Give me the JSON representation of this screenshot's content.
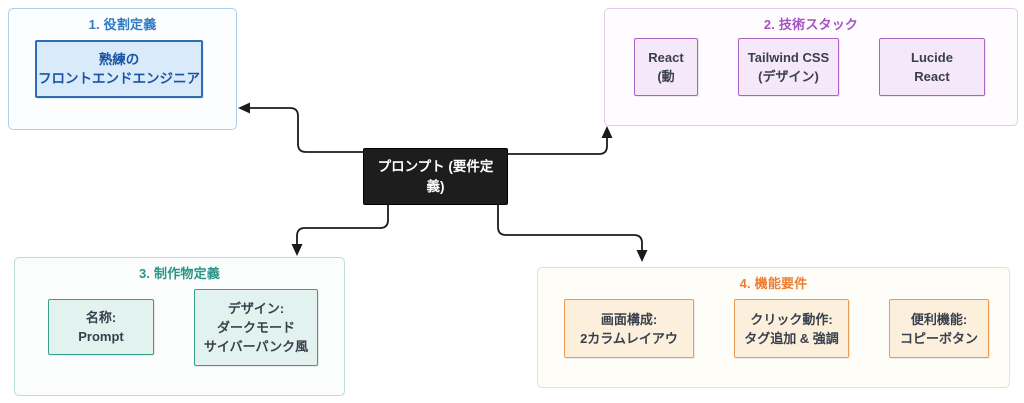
{
  "diagram": {
    "center_node": {
      "lines": [
        "プロンプト (要件定",
        "義)"
      ],
      "bg_color": "#1d1d1d",
      "text_color": "#ffffff"
    },
    "groups": [
      {
        "title": "1. 役割定義",
        "accent_color": "#2e7cc3",
        "node_border_color": "#2e6db6",
        "node_fill_color": "#d9eafb",
        "nodes": [
          {
            "lines": [
              "熟練の",
              "フロントエンドエンジニア"
            ]
          }
        ]
      },
      {
        "title": "2. 技術スタック",
        "accent_color": "#a652c2",
        "node_border_color": "#ad62c6",
        "node_fill_color": "#f5e8f8",
        "nodes": [
          {
            "lines": [
              "React",
              "(動"
            ]
          },
          {
            "lines": [
              "Tailwind CSS",
              "(デザイン)"
            ]
          },
          {
            "lines": [
              "Lucide",
              "React"
            ]
          }
        ]
      },
      {
        "title": "3. 制作物定義",
        "accent_color": "#2b9488",
        "node_border_color": "#3a9e8c",
        "node_fill_color": "#e2f2ee",
        "nodes": [
          {
            "lines": [
              "名称:",
              "Prompt"
            ]
          },
          {
            "lines": [
              "デザイン:",
              "ダークモード",
              "サイバーパンク風"
            ]
          }
        ]
      },
      {
        "title": "4. 機能要件",
        "accent_color": "#ee7e33",
        "node_border_color": "#eb9c52",
        "node_fill_color": "#fcf0dc",
        "nodes": [
          {
            "lines": [
              "画面構成:",
              "2カラムレイアウ"
            ]
          },
          {
            "lines": [
              "クリック動作:",
              "タグ追加 & 強調"
            ]
          },
          {
            "lines": [
              "便利機能:",
              "コピーボタン"
            ]
          }
        ]
      }
    ],
    "arrow_color": "#1b1b1b"
  }
}
